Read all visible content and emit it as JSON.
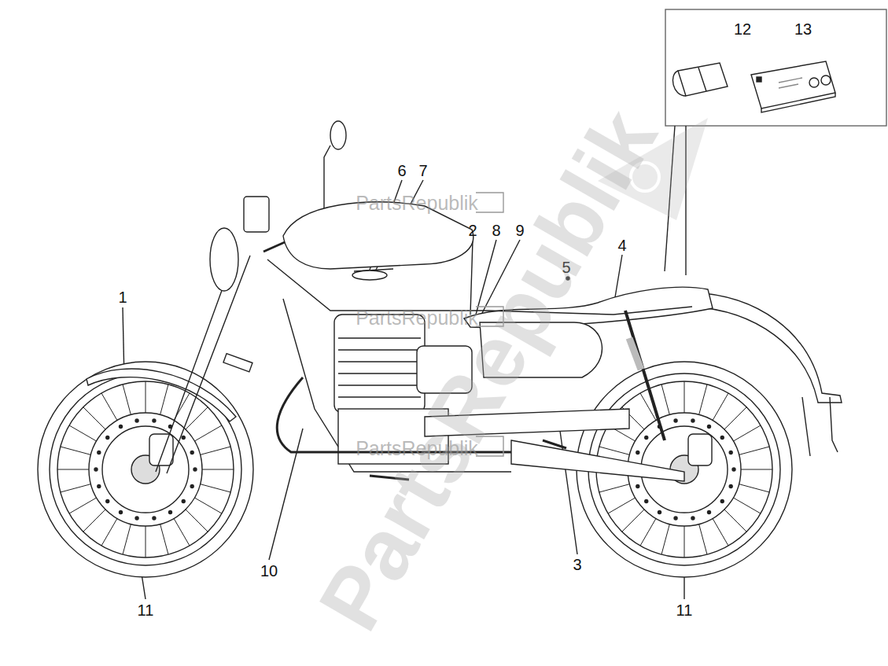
{
  "diagram": {
    "labels": [
      "12",
      "13",
      "6",
      "7",
      "2",
      "8",
      "9",
      "4",
      "5",
      "1",
      "10",
      "3",
      "11",
      "11",
      "PartsRepublik",
      "PartsRepublik",
      "PartsRepublik",
      "PartsRepublik"
    ]
  }
}
